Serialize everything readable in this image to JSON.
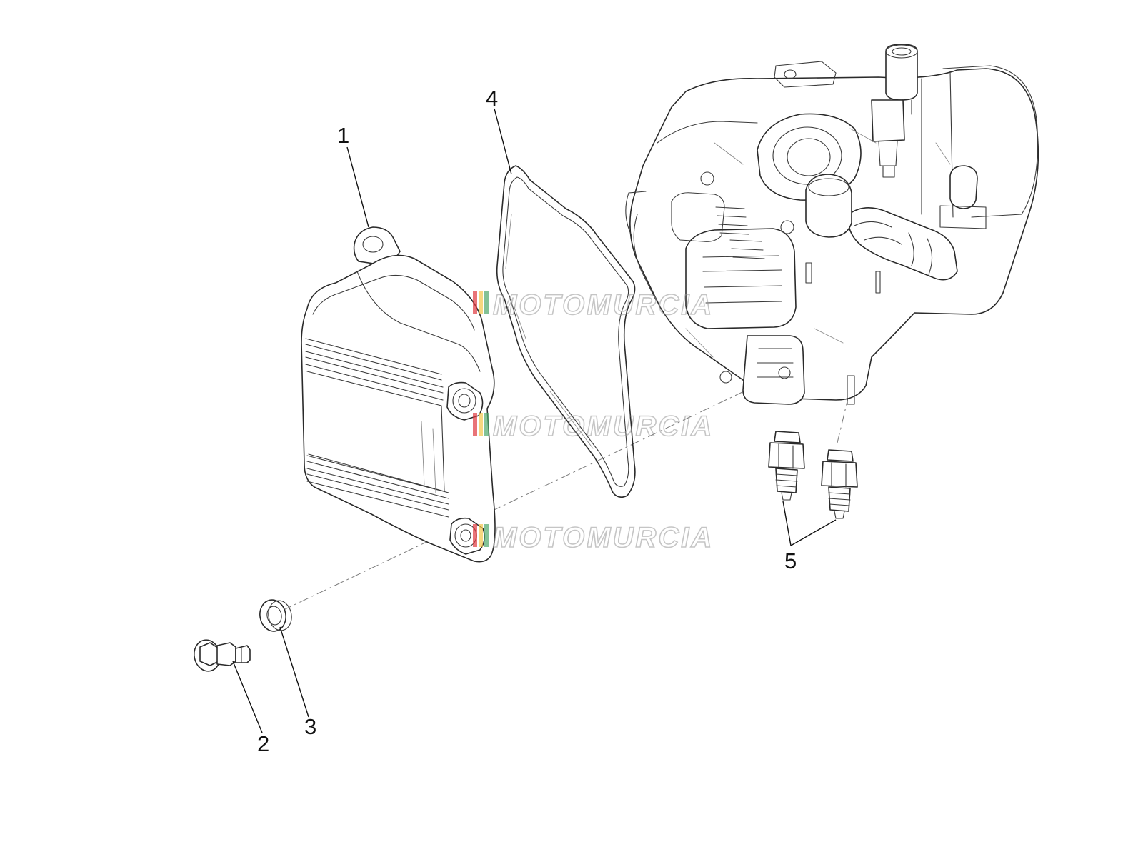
{
  "callouts": [
    {
      "id": "1",
      "label": "1"
    },
    {
      "id": "2",
      "label": "2"
    },
    {
      "id": "3",
      "label": "3"
    },
    {
      "id": "4",
      "label": "4"
    },
    {
      "id": "5",
      "label": "5"
    }
  ],
  "watermark": {
    "text": "MOTOMURCIA",
    "stripe_colors": [
      "#e0393e",
      "#f2c64a",
      "#4fa86a"
    ]
  }
}
